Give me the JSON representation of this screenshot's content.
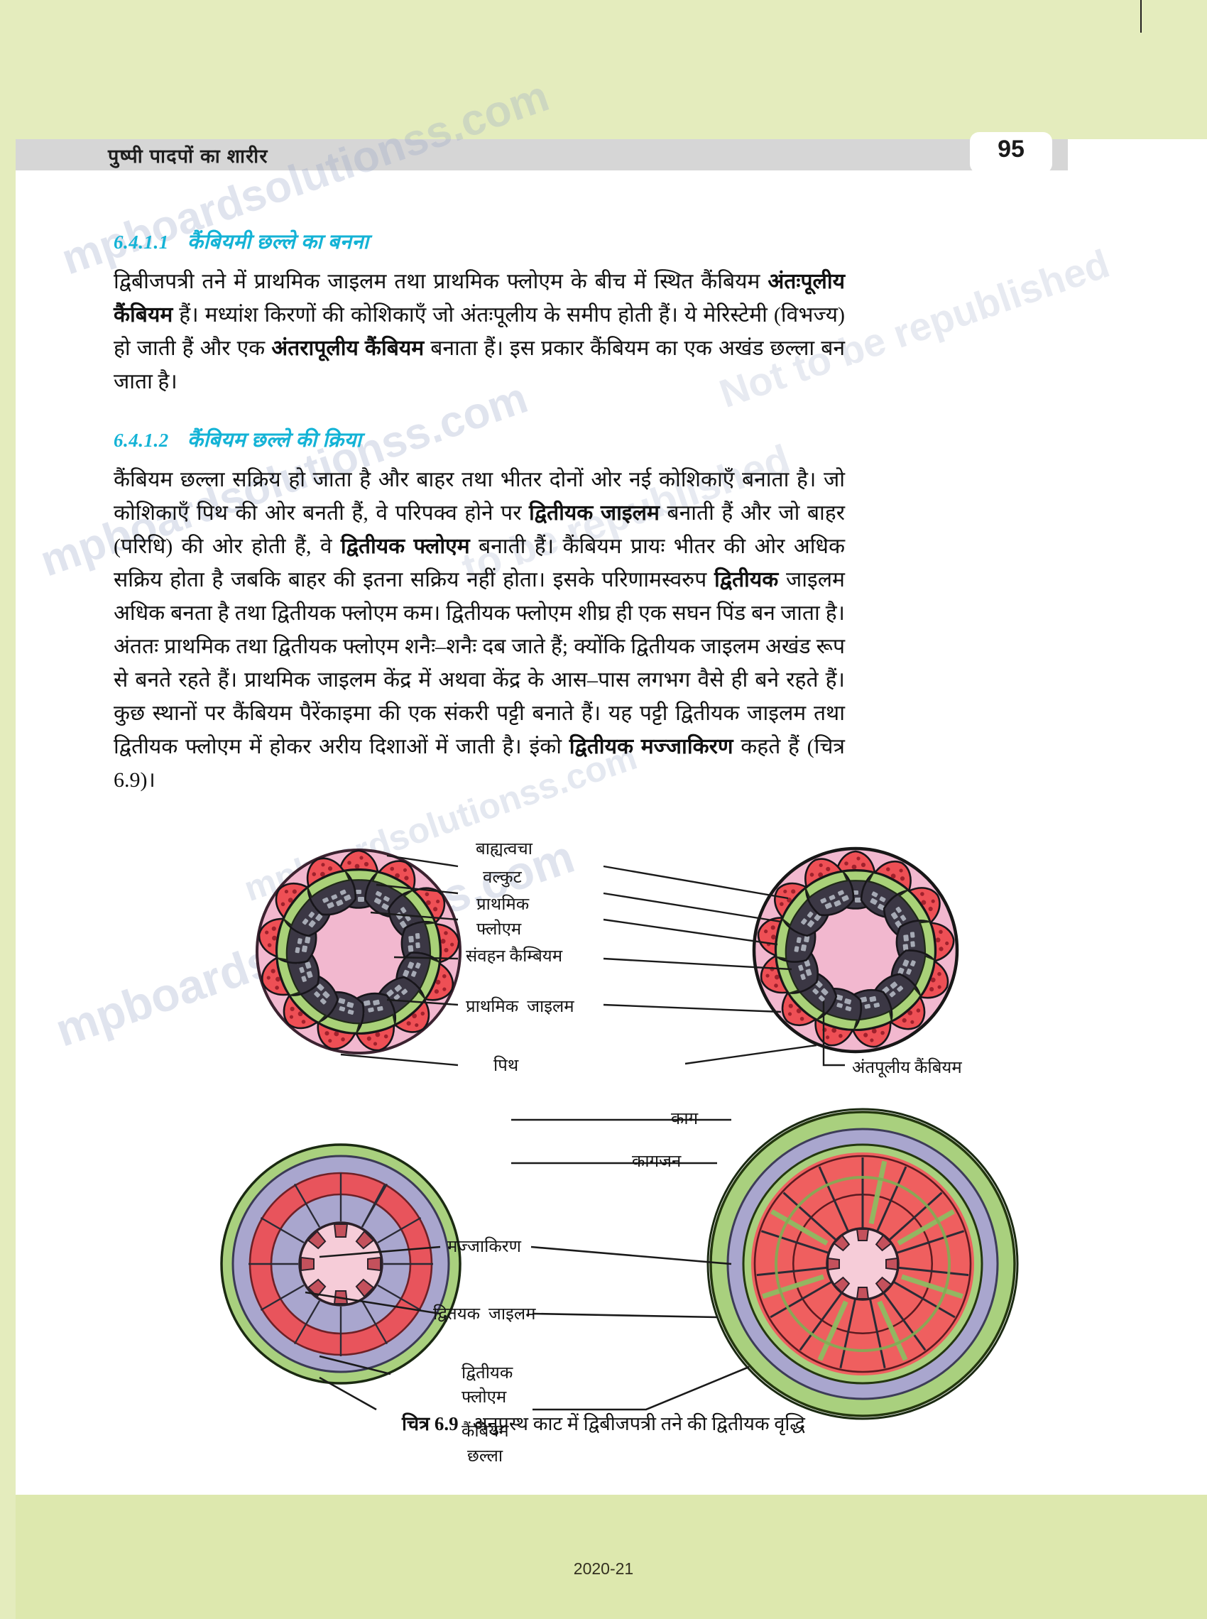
{
  "header": {
    "running_title": "पुष्पी पादपों का शारीर",
    "page_number": "95"
  },
  "footer": {
    "year": "2020-21"
  },
  "sections": [
    {
      "number": "6.4.1.1",
      "title": "कैंबियमी छल्ले का बनना",
      "body_html": "द्विबीजपत्री तने में प्राथमिक जाइलम तथा प्राथमिक फ्लोएम के बीच में स्थित कैंबियम <b>अंतःपूलीय कैंबियम</b> हैं। मध्यांश किरणों की कोशिकाएँ जो अंतःपूलीय के समीप होती हैं। ये मेरिस्टेमी (विभज्य) हो जाती हैं और एक <b>अंतरापूलीय कैंबियम</b> बनाता हैं। इस प्रकार कैंबियम का एक अखंड छल्ला बन जाता है।"
    },
    {
      "number": "6.4.1.2",
      "title": "कैंबियम छल्ले की क्रिया",
      "body_html": "कैंबियम छल्ला सक्रिय हो जाता है और बाहर तथा भीतर दोनों ओर नई कोशिकाएँ बनाता है। जो कोशिकाएँ पिथ की ओर बनती हैं, वे परिपक्व होने पर <b>द्वितीयक जाइलम</b> बनाती हैं और जो बाहर (परिधि) की ओर होती हैं, वे <b>द्वितीयक फ्लोएम</b> बनाती हैं। कैंबियम प्रायः भीतर की ओर अधिक सक्रिय होता है जबकि बाहर की इतना सक्रिय नहीं होता। इसके परिणामस्वरुप <b>द्वितीयक</b> जाइलम अधिक बनता है तथा द्वितीयक फ्लोएम कम। द्वितीयक फ्लोएम शीघ्र ही एक सघन पिंड बन जाता है। अंततः प्राथमिक तथा द्वितीयक फ्लोएम शनैः–शनैः दब जाते हैं; क्योंकि द्वितीयक जाइलम अखंड रूप से बनते रहते हैं। प्राथमिक जाइलम केंद्र में अथवा केंद्र के आस–पास लगभग वैसे ही बने रहते हैं। कुछ स्थानों पर कैंबियम पैरेंकाइमा की एक संकरी पट्टी बनाते हैं। यह पट्टी द्वितीयक जाइलम तथा द्वितीयक फ्लोएम में होकर अरीय दिशाओं में जाती है। इंको <b>द्वितीयक मज्जाकिरण</b> कहते हैं (चित्र 6.9)।"
    }
  ],
  "figure": {
    "caption_bold": "चित्र 6.9",
    "caption_text": "अनुप्रस्थ काट में द्विबीजपत्री तने की द्वितीयक वृद्धि",
    "labels_top": [
      "बाह्यत्वचा",
      "वल्कुट",
      "प्राथमिक",
      "फ्लोएम",
      "संवहन कैम्बियम",
      "प्राथमिक  जाइलम",
      "पिथ",
      "अंतपूलीय कैंबियम"
    ],
    "labels_bottom": [
      "काग",
      "कागजन",
      "मज्जाकिरण",
      "द्वितयक  जाइलम",
      "द्वितीयक",
      "फ्लोएम",
      "कैंबियम",
      "छल्ला"
    ],
    "colors": {
      "pith_pink": "#f3b9ce",
      "cortex_purple": "#a9a6ce",
      "cork_green": "#a9d07e",
      "xylem_red": "#ef5f5f",
      "bundle_dark": "#3a3640",
      "bundle_green": "#a8d17a",
      "outline": "#1b1b1b"
    }
  },
  "watermarks": {
    "w1": "mpboardsolutionss.com",
    "w2": "mpboardsolutionss.com",
    "w3": "mpboardsolutionss.com",
    "w4": "mpboardsolutionss.com",
    "w5": "to be republished",
    "w6": "Not to be republished"
  }
}
